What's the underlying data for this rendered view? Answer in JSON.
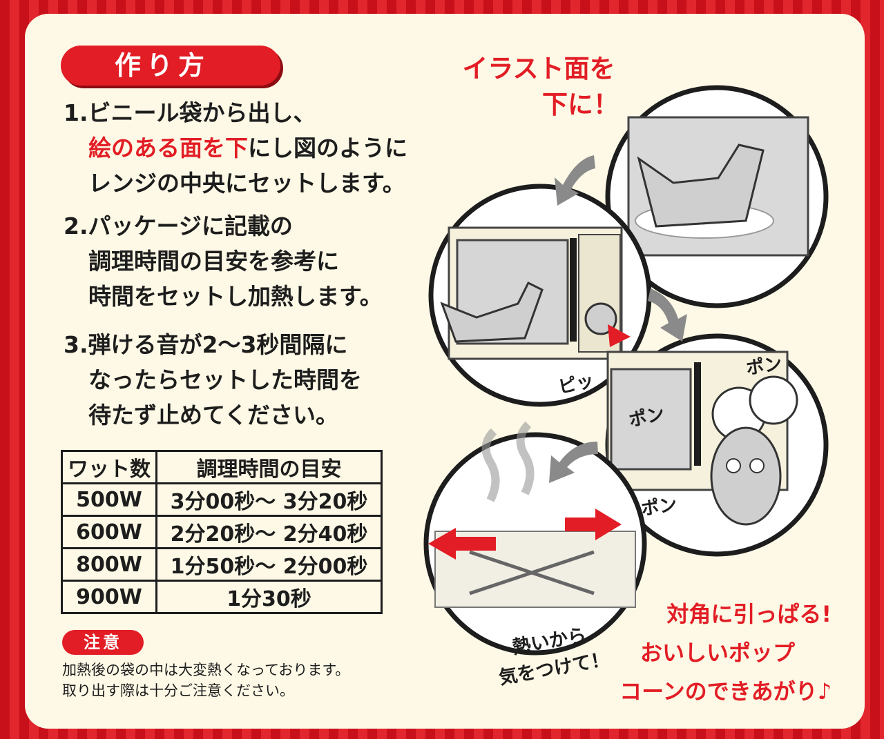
{
  "title": "作り方",
  "steps": [
    {
      "num": "1.",
      "lines": [
        {
          "parts": [
            {
              "t": "ビニール袋から出し、",
              "red": false
            }
          ]
        },
        {
          "parts": [
            {
              "t": "絵のある面を下",
              "red": true
            },
            {
              "t": "にし図のように",
              "red": false
            }
          ]
        },
        {
          "parts": [
            {
              "t": "レンジの中央にセットします。",
              "red": false
            }
          ]
        }
      ]
    },
    {
      "num": "2.",
      "lines": [
        {
          "parts": [
            {
              "t": "パッケージに記載の",
              "red": false
            }
          ]
        },
        {
          "parts": [
            {
              "t": "調理時間の目安を参考に",
              "red": false
            }
          ]
        },
        {
          "parts": [
            {
              "t": "時間をセットし加熱します。",
              "red": false
            }
          ]
        }
      ]
    },
    {
      "num": "3.",
      "lines": [
        {
          "parts": [
            {
              "t": "弾ける音が2〜3秒間隔に",
              "red": false
            }
          ]
        },
        {
          "parts": [
            {
              "t": "なったらセットした時間を",
              "red": false
            }
          ]
        },
        {
          "parts": [
            {
              "t": "待たず止めてください。",
              "red": false
            }
          ]
        }
      ]
    }
  ],
  "table": {
    "headers": [
      "ワット数",
      "調理時間の目安"
    ],
    "rows": [
      [
        "500W",
        "3分00秒〜 3分20秒"
      ],
      [
        "600W",
        "2分20秒〜 2分40秒"
      ],
      [
        "800W",
        "1分50秒〜 2分00秒"
      ],
      [
        "900W",
        "1分30秒"
      ]
    ]
  },
  "caution": {
    "label": "注意",
    "lines": [
      "加熱後の袋の中は大変熱くなっております。",
      "取り出す際は十分ご注意ください。"
    ]
  },
  "illustration": {
    "top_note": [
      "イラスト面を",
      "下に！"
    ],
    "sfx_beep": "ピッ",
    "sfx_pop": [
      "ポン",
      "ポン",
      "ポン"
    ],
    "hot_note": [
      "熱いから",
      "気をつけて！"
    ],
    "pull_note": [
      "対角に引っぱる!",
      "おいしいポップ",
      "コーンのできあがり♪"
    ]
  },
  "colors": {
    "accent": "#e21d25",
    "panel": "#fdf9e6",
    "stripe_dark": "#c8101b",
    "stripe_light": "#e2262d"
  }
}
